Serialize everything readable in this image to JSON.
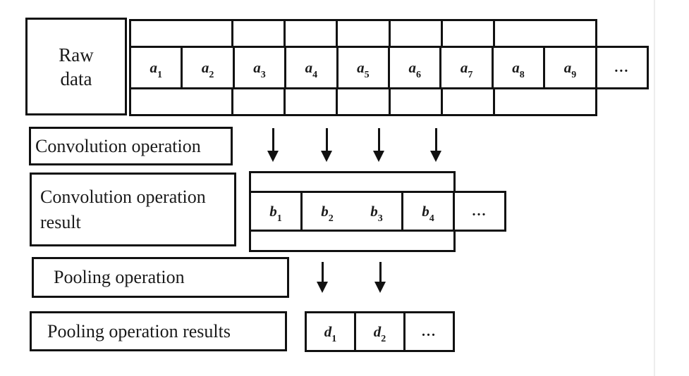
{
  "boxes": {
    "raw_data": {
      "line1": "Raw",
      "line2": "data"
    },
    "convolution_operation": "Convolution operation",
    "convolution_result": {
      "line1": "Convolution operation",
      "line2": "result"
    },
    "pooling_operation": "Pooling operation",
    "pooling_results": "Pooling operation results"
  },
  "raw_grid": {
    "cells": [
      {
        "base": "a",
        "sub": "1"
      },
      {
        "base": "a",
        "sub": "2"
      },
      {
        "base": "a",
        "sub": "3"
      },
      {
        "base": "a",
        "sub": "4"
      },
      {
        "base": "a",
        "sub": "5"
      },
      {
        "base": "a",
        "sub": "6"
      },
      {
        "base": "a",
        "sub": "7"
      },
      {
        "base": "a",
        "sub": "8"
      },
      {
        "base": "a",
        "sub": "9"
      }
    ],
    "ellipsis": "..."
  },
  "conv_grid": {
    "cells": [
      {
        "base": "b",
        "sub": "1"
      },
      {
        "base": "b",
        "sub": "2"
      },
      {
        "base": "b",
        "sub": "3"
      },
      {
        "base": "b",
        "sub": "4"
      }
    ],
    "ellipsis": "..."
  },
  "pool_grid": {
    "cells": [
      {
        "base": "d",
        "sub": "1"
      },
      {
        "base": "d",
        "sub": "2"
      }
    ],
    "ellipsis": "..."
  },
  "colors": {
    "line": "#111111",
    "background": "#ffffff"
  }
}
